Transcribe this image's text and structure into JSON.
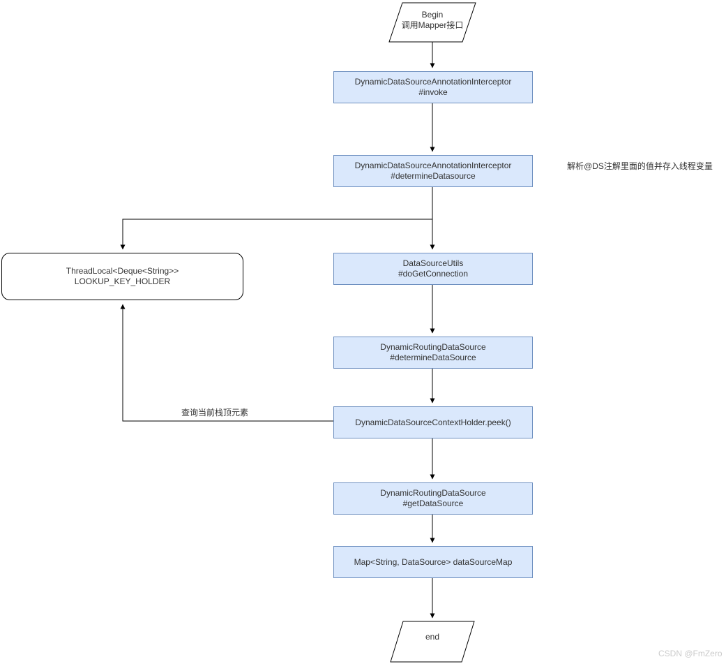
{
  "diagram": {
    "start": {
      "line1": "Begin",
      "line2": "调用Mapper接口"
    },
    "end": {
      "label": "end"
    },
    "boxes": {
      "invoke": {
        "line1": "DynamicDataSourceAnnotationInterceptor",
        "line2": "#invoke"
      },
      "determineDatasource": {
        "line1": "DynamicDataSourceAnnotationInterceptor",
        "line2": "#determineDatasource"
      },
      "doGetConnection": {
        "line1": "DataSourceUtils",
        "line2": "#doGetConnection"
      },
      "determineDataSource": {
        "line1": "DynamicRoutingDataSource",
        "line2": "#determineDataSource"
      },
      "peek": {
        "line1": "DynamicDataSourceContextHolder.peek()"
      },
      "getDataSource": {
        "line1": "DynamicRoutingDataSource",
        "line2": "#getDataSource"
      },
      "dataSourceMap": {
        "line1": "Map<String, DataSource> dataSourceMap"
      }
    },
    "threadLocal": {
      "line1": "ThreadLocal<Deque<String>>",
      "line2": "LOOKUP_KEY_HOLDER"
    },
    "annotations": {
      "dsNote": "解析@DS注解里面的值并存入线程变量",
      "peekLabel": "查询当前栈顶元素"
    },
    "watermark": "CSDN @FmZero",
    "colors": {
      "boxFill": "#dae8fc",
      "boxStroke": "#6c8ebf",
      "shapeStroke": "#000000",
      "textColor": "#333333",
      "watermarkColor": "#cbcbcb"
    }
  }
}
